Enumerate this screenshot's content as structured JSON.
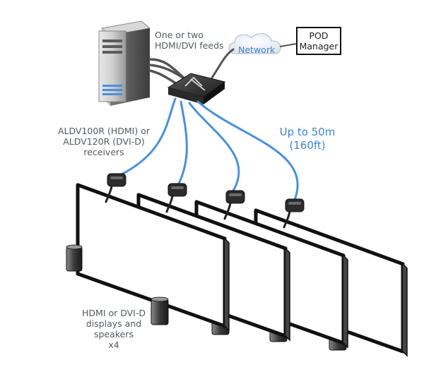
{
  "labels": {
    "feeds_line1": "One or two",
    "feeds_line2": "HDMI/DVI feeds",
    "network": "Network",
    "pod_line1": "POD",
    "pod_line2": "Manager",
    "receivers_line1": "ALDV100R (HDMI) or",
    "receivers_line2": "ALDV120R (DVI-D)",
    "receivers_line3": "receivers",
    "distance_line1": "Up to 50m",
    "distance_line2": "(160ft)",
    "displays_line1": "HDMI or DVI-D",
    "displays_line2": "displays and speakers",
    "displays_line3": "x4"
  },
  "colors": {
    "cable_blue": "#4a90d9",
    "text_gray": "#555a5e",
    "label_blue": "#3b86d1"
  },
  "counts": {
    "displays": 4,
    "receivers": 4
  }
}
